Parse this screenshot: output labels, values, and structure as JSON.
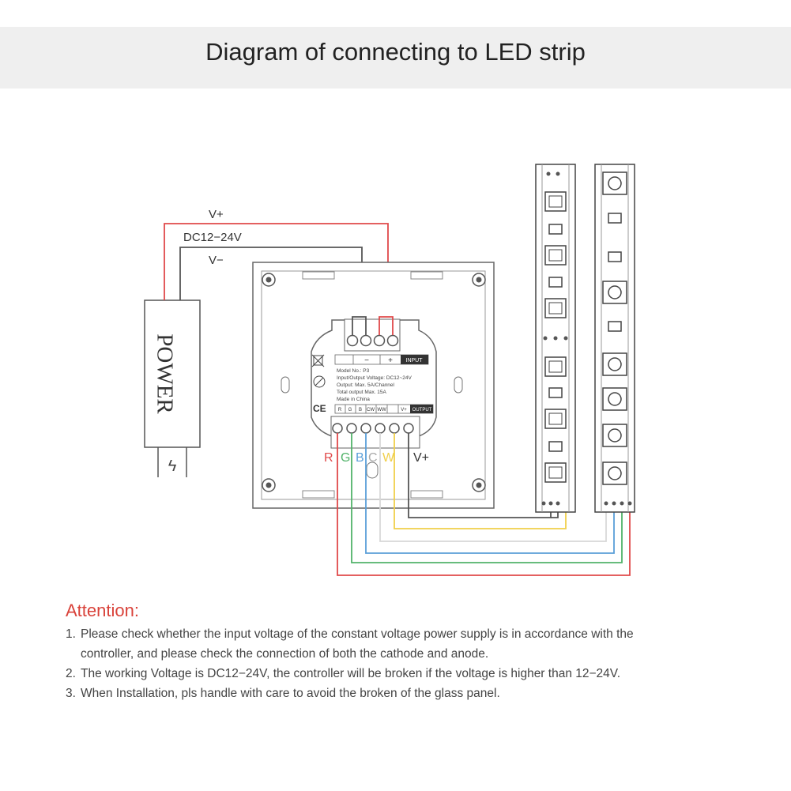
{
  "header": {
    "title": "Diagram of connecting to LED strip"
  },
  "power": {
    "label": "POWER",
    "plug_symbol": "ϟ"
  },
  "wires": {
    "vplus": "V+",
    "dc": "DC12−24V",
    "vminus": "V−"
  },
  "controller": {
    "input_minus": "−",
    "input_plus": "+",
    "input_tag": "INPUT",
    "output_tag": "OUTPUT",
    "ce_mark": "CE",
    "label_lines": [
      "Model No.: P3",
      "Input/Output Voltage: DC12~24V",
      "Output: Max. 5A/Channel",
      "Total output Max. 15A",
      "Made in China"
    ],
    "output_cells": [
      "R",
      "G",
      "B",
      "CW",
      "WW",
      "V+"
    ]
  },
  "terminals": {
    "r": "R",
    "g": "G",
    "b": "B",
    "c": "C",
    "w": "W",
    "vplus": "V+"
  },
  "colors": {
    "red": "#e0494a",
    "green": "#52b36a",
    "blue": "#5a9fd8",
    "yellow": "#f0cf4a",
    "white_wire": "#d8d8d8",
    "dark": "#555555"
  },
  "attention": {
    "title": "Attention:",
    "items": [
      {
        "num": "1.",
        "lines": [
          "Please check whether the input voltage of the constant voltage power supply is in accordance with the",
          "controller, and please check the connection of both the cathode and anode."
        ]
      },
      {
        "num": "2.",
        "lines": [
          "The working Voltage is DC12−24V, the controller will be broken if the voltage is higher than 12−24V."
        ]
      },
      {
        "num": "3.",
        "lines": [
          "When Installation, pls handle with care to avoid the broken of the glass panel."
        ]
      }
    ]
  }
}
